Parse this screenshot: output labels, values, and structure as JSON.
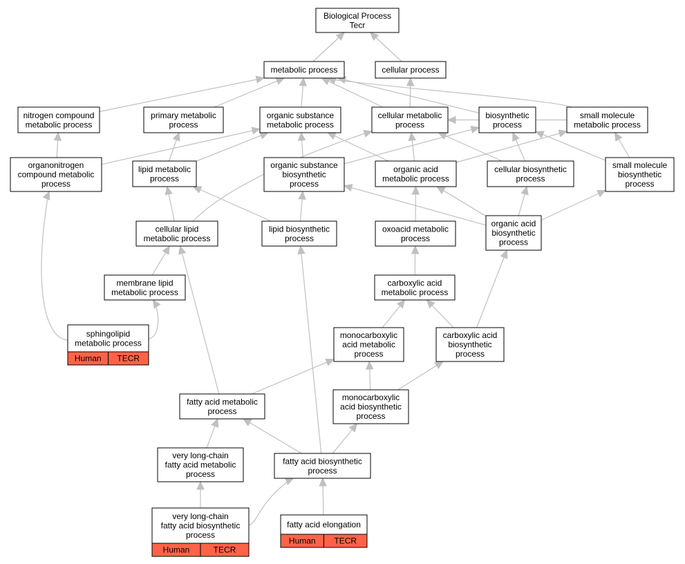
{
  "graph": {
    "nodes": {
      "root": {
        "lines": [
          "Biological Process",
          "Tecr"
        ]
      },
      "metabolic": {
        "lines": [
          "metabolic process"
        ]
      },
      "cellular": {
        "lines": [
          "cellular process"
        ]
      },
      "nitrogen": {
        "lines": [
          "nitrogen compound",
          "metabolic process"
        ]
      },
      "primary": {
        "lines": [
          "primary metabolic",
          "process"
        ]
      },
      "orgsub_met": {
        "lines": [
          "organic substance",
          "metabolic process"
        ]
      },
      "cell_met": {
        "lines": [
          "cellular metabolic",
          "process"
        ]
      },
      "biosynth": {
        "lines": [
          "biosynthetic",
          "process"
        ]
      },
      "smallmol_met": {
        "lines": [
          "small molecule",
          "metabolic process"
        ]
      },
      "organonitrogen": {
        "lines": [
          "organonitrogen",
          "compound metabolic",
          "process"
        ]
      },
      "lipid_met": {
        "lines": [
          "lipid metabolic",
          "process"
        ]
      },
      "orgsub_bio": {
        "lines": [
          "organic substance",
          "biosynthetic",
          "process"
        ]
      },
      "orgacid_met": {
        "lines": [
          "organic acid",
          "metabolic process"
        ]
      },
      "cell_bio": {
        "lines": [
          "cellular biosynthetic",
          "process"
        ]
      },
      "smallmol_bio": {
        "lines": [
          "small molecule",
          "biosynthetic",
          "process"
        ]
      },
      "cell_lipid": {
        "lines": [
          "cellular lipid",
          "metabolic process"
        ]
      },
      "lipid_bio": {
        "lines": [
          "lipid biosynthetic",
          "process"
        ]
      },
      "oxoacid": {
        "lines": [
          "oxoacid metabolic",
          "process"
        ]
      },
      "orgacid_bio": {
        "lines": [
          "organic acid",
          "biosynthetic",
          "process"
        ]
      },
      "memb_lipid": {
        "lines": [
          "membrane lipid",
          "metabolic process"
        ]
      },
      "carbox_met": {
        "lines": [
          "carboxylic acid",
          "metabolic process"
        ]
      },
      "sphingo": {
        "lines": [
          "sphingolipid",
          "metabolic process"
        ],
        "tags": [
          "Human",
          "TECR"
        ]
      },
      "monocarb_met": {
        "lines": [
          "monocarboxylic",
          "acid metabolic",
          "process"
        ]
      },
      "carbox_bio": {
        "lines": [
          "carboxylic acid",
          "biosynthetic",
          "process"
        ]
      },
      "monocarb_bio": {
        "lines": [
          "monocarboxylic",
          "acid biosynthetic",
          "process"
        ]
      },
      "fa_met": {
        "lines": [
          "fatty acid metabolic",
          "process"
        ]
      },
      "vlc_met": {
        "lines": [
          "very long-chain",
          "fatty acid metabolic",
          "process"
        ]
      },
      "fa_bio": {
        "lines": [
          "fatty acid biosynthetic",
          "process"
        ]
      },
      "vlc_bio": {
        "lines": [
          "very long-chain",
          "fatty acid biosynthetic",
          "process"
        ],
        "tags": [
          "Human",
          "TECR"
        ]
      },
      "fa_elong": {
        "lines": [
          "fatty acid elongation"
        ],
        "tags": [
          "Human",
          "TECR"
        ]
      }
    },
    "edges": [
      [
        "metabolic",
        "root"
      ],
      [
        "cellular",
        "root"
      ],
      [
        "nitrogen",
        "metabolic"
      ],
      [
        "primary",
        "metabolic"
      ],
      [
        "orgsub_met",
        "metabolic"
      ],
      [
        "cell_met",
        "metabolic"
      ],
      [
        "cell_met",
        "cellular"
      ],
      [
        "biosynth",
        "metabolic"
      ],
      [
        "smallmol_met",
        "metabolic"
      ],
      [
        "smallmol_met",
        "cell_met"
      ],
      [
        "organonitrogen",
        "nitrogen"
      ],
      [
        "organonitrogen",
        "orgsub_met"
      ],
      [
        "lipid_met",
        "primary"
      ],
      [
        "lipid_met",
        "orgsub_met"
      ],
      [
        "orgsub_bio",
        "orgsub_met"
      ],
      [
        "orgsub_bio",
        "biosynth"
      ],
      [
        "orgacid_met",
        "cell_met"
      ],
      [
        "orgacid_met",
        "orgsub_met"
      ],
      [
        "orgacid_met",
        "smallmol_met"
      ],
      [
        "cell_bio",
        "cell_met"
      ],
      [
        "cell_bio",
        "biosynth"
      ],
      [
        "smallmol_bio",
        "smallmol_met"
      ],
      [
        "smallmol_bio",
        "biosynth"
      ],
      [
        "cell_lipid",
        "lipid_met"
      ],
      [
        "cell_lipid",
        "cell_met"
      ],
      [
        "lipid_bio",
        "lipid_met"
      ],
      [
        "lipid_bio",
        "orgsub_bio"
      ],
      [
        "oxoacid",
        "orgacid_met"
      ],
      [
        "orgacid_bio",
        "orgacid_met"
      ],
      [
        "orgacid_bio",
        "cell_bio"
      ],
      [
        "orgacid_bio",
        "smallmol_bio"
      ],
      [
        "orgacid_bio",
        "orgsub_bio"
      ],
      [
        "memb_lipid",
        "cell_lipid"
      ],
      [
        "carbox_met",
        "oxoacid"
      ],
      [
        "sphingo",
        "memb_lipid"
      ],
      [
        "sphingo",
        "organonitrogen"
      ],
      [
        "monocarb_met",
        "carbox_met"
      ],
      [
        "carbox_bio",
        "carbox_met"
      ],
      [
        "carbox_bio",
        "orgacid_bio"
      ],
      [
        "monocarb_bio",
        "monocarb_met"
      ],
      [
        "monocarb_bio",
        "carbox_bio"
      ],
      [
        "fa_met",
        "monocarb_met"
      ],
      [
        "fa_met",
        "cell_lipid"
      ],
      [
        "vlc_met",
        "fa_met"
      ],
      [
        "fa_bio",
        "fa_met"
      ],
      [
        "fa_bio",
        "monocarb_bio"
      ],
      [
        "fa_bio",
        "lipid_bio"
      ],
      [
        "vlc_bio",
        "vlc_met"
      ],
      [
        "vlc_bio",
        "fa_bio"
      ],
      [
        "fa_elong",
        "fa_bio"
      ]
    ]
  },
  "colors": {
    "edge": "#c0c0c0",
    "node_border": "#000000",
    "node_fill": "#ffffff",
    "tag_fill": "#ff6347"
  }
}
